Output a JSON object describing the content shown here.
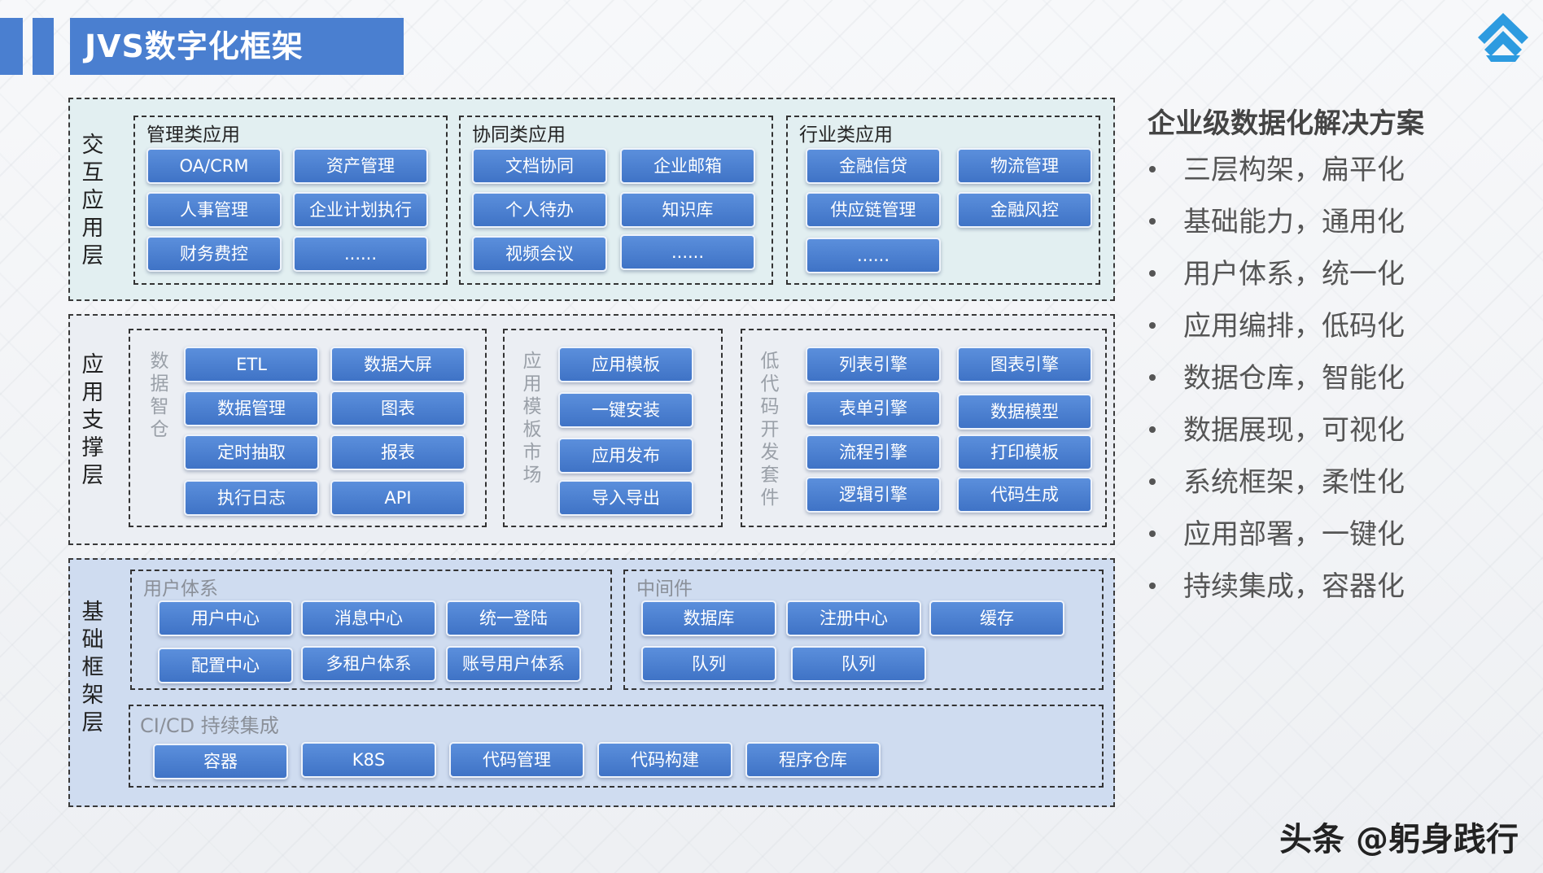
{
  "header": {
    "title": "JVS数字化框架"
  },
  "layers": {
    "interaction": {
      "label": "交互应用层",
      "management": {
        "title": "管理类应用",
        "items": [
          "OA/CRM",
          "资产管理",
          "人事管理",
          "企业计划执行",
          "财务费控",
          "......"
        ]
      },
      "collab": {
        "title": "协同类应用",
        "items": [
          "文档协同",
          "企业邮箱",
          "个人待办",
          "知识库",
          "视频会议",
          "......"
        ]
      },
      "industry": {
        "title": "行业类应用",
        "items": [
          "金融信贷",
          "物流管理",
          "供应链管理",
          "金融风控",
          "......"
        ]
      }
    },
    "support": {
      "label": "应用支撑层",
      "warehouse": {
        "title": "数据智仓",
        "items": [
          "ETL",
          "数据大屏",
          "数据管理",
          "图表",
          "定时抽取",
          "报表",
          "执行日志",
          "API"
        ]
      },
      "market": {
        "title": "应用模板市场",
        "items": [
          "应用模板",
          "一键安装",
          "应用发布",
          "导入导出"
        ]
      },
      "lowcode": {
        "title": "低代码开发套件",
        "items": [
          "列表引擎",
          "图表引擎",
          "表单引擎",
          "数据模型",
          "流程引擎",
          "打印模板",
          "逻辑引擎",
          "代码生成"
        ]
      }
    },
    "foundation": {
      "label": "基础框架层",
      "users": {
        "title": "用户体系",
        "items": [
          "用户中心",
          "消息中心",
          "统一登陆",
          "配置中心",
          "多租户体系",
          "账号用户体系"
        ]
      },
      "middleware": {
        "title": "中间件",
        "items": [
          "数据库",
          "注册中心",
          "缓存",
          "队列",
          "队列"
        ]
      },
      "cicd": {
        "title": "CI/CD 持续集成",
        "items": [
          "容器",
          "K8S",
          "代码管理",
          "代码构建",
          "程序仓库"
        ]
      }
    }
  },
  "right_panel": {
    "title": "企业级数据化解决方案",
    "items": [
      "三层构架，扁平化",
      "基础能力，通用化",
      "用户体系，统一化",
      "应用编排，低码化",
      "数据仓库，智能化",
      "数据展现，可视化",
      "系统框架，柔性化",
      "应用部署，一键化",
      "持续集成，容器化"
    ]
  },
  "watermark": "头条 @躬身践行",
  "colors": {
    "accent": "#4a7fd0",
    "layer1_bg": "#e2eff1",
    "layer2_bg": "#ebeef3",
    "layer3_bg": "#cfdcf0"
  }
}
